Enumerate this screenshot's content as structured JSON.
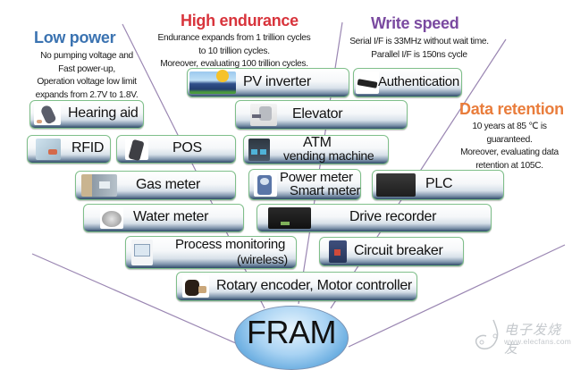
{
  "categories": {
    "low_power": {
      "title": "Low power",
      "color": "#3b73b1",
      "description": [
        "No pumping voltage and",
        "Fast power-up,",
        "Operation voltage low limit",
        "expands from 2.7V to 1.8V."
      ]
    },
    "high_endurance": {
      "title": "High endurance",
      "color": "#d8343c",
      "description": [
        "Endurance expands from 1 trillion cycles",
        "to 10 trillion cycles.",
        "Moreover, evaluating 100 trillion cycles."
      ]
    },
    "write_speed": {
      "title": "Write speed",
      "color": "#7a4aa0",
      "description": [
        "Serial I/F is 33MHz without wait time.",
        "Parallel I/F is 150ns cycle"
      ]
    },
    "data_retention": {
      "title": "Data retention",
      "color": "#e97d3c",
      "description": [
        "10 years at 85 ℃ is",
        "guaranteed.",
        "Moreover, evaluating data",
        "retention at 105C."
      ]
    }
  },
  "applications": {
    "pv_inverter": {
      "label": "PV inverter",
      "icon": "solar-panel-icon"
    },
    "authentication": {
      "label": "Authentication",
      "icon": "usb-key-icon"
    },
    "hearing_aid": {
      "label": "Hearing aid",
      "icon": "hearing-aid-icon"
    },
    "elevator": {
      "label": "Elevator",
      "icon": "elevator-motor-icon"
    },
    "rfid": {
      "label": "RFID",
      "icon": "rfid-card-icon"
    },
    "pos": {
      "label": "POS",
      "icon": "card-terminal-icon"
    },
    "atm": {
      "label": "ATM",
      "label2": "vending machine",
      "icon": "atm-icon"
    },
    "gas_meter": {
      "label": "Gas meter",
      "icon": "gas-meter-icon"
    },
    "power_meter": {
      "label": "Power meter",
      "label2": "Smart meter",
      "icon": "power-meter-icon"
    },
    "plc": {
      "label": "PLC",
      "icon": "plc-rack-icon"
    },
    "water_meter": {
      "label": "Water meter",
      "icon": "water-meter-icon"
    },
    "drive_recorder": {
      "label": "Drive recorder",
      "icon": "recorder-box-icon"
    },
    "process_monitoring": {
      "label": "Process monitoring",
      "label2": "(wireless)",
      "icon": "monitor-panel-icon"
    },
    "circuit_breaker": {
      "label": "Circuit breaker",
      "icon": "breaker-icon"
    },
    "rotary_encoder": {
      "label": "Rotary encoder, Motor controller",
      "icon": "motor-icon"
    }
  },
  "center": {
    "label": "FRAM"
  },
  "watermark": {
    "line1": "电子发烧友",
    "line2": "www.elecfans.com"
  },
  "colors": {
    "divider_line": "#9a86b2",
    "box_border": "#7fbf8a",
    "box_bottom": "#2f4a68",
    "ellipse": "#5ea6dd"
  }
}
